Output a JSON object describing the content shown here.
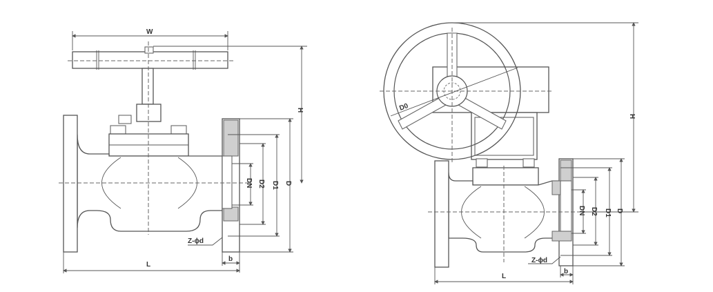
{
  "left_drawing": {
    "labels": {
      "W": "W",
      "H": "H",
      "DN": "DN",
      "D2": "D2",
      "D1": "D1",
      "D": "D",
      "Zd": "Z-ϕd",
      "b": "b",
      "L": "L"
    }
  },
  "right_drawing": {
    "labels": {
      "D0": "D0",
      "H": "H",
      "DN": "DN",
      "D2": "D2",
      "D1": "D1",
      "D": "D",
      "Zd": "Z-ϕd",
      "b": "b",
      "L": "L"
    }
  },
  "colors": {
    "line": "#555555",
    "hatch": "#cfcfcf"
  }
}
